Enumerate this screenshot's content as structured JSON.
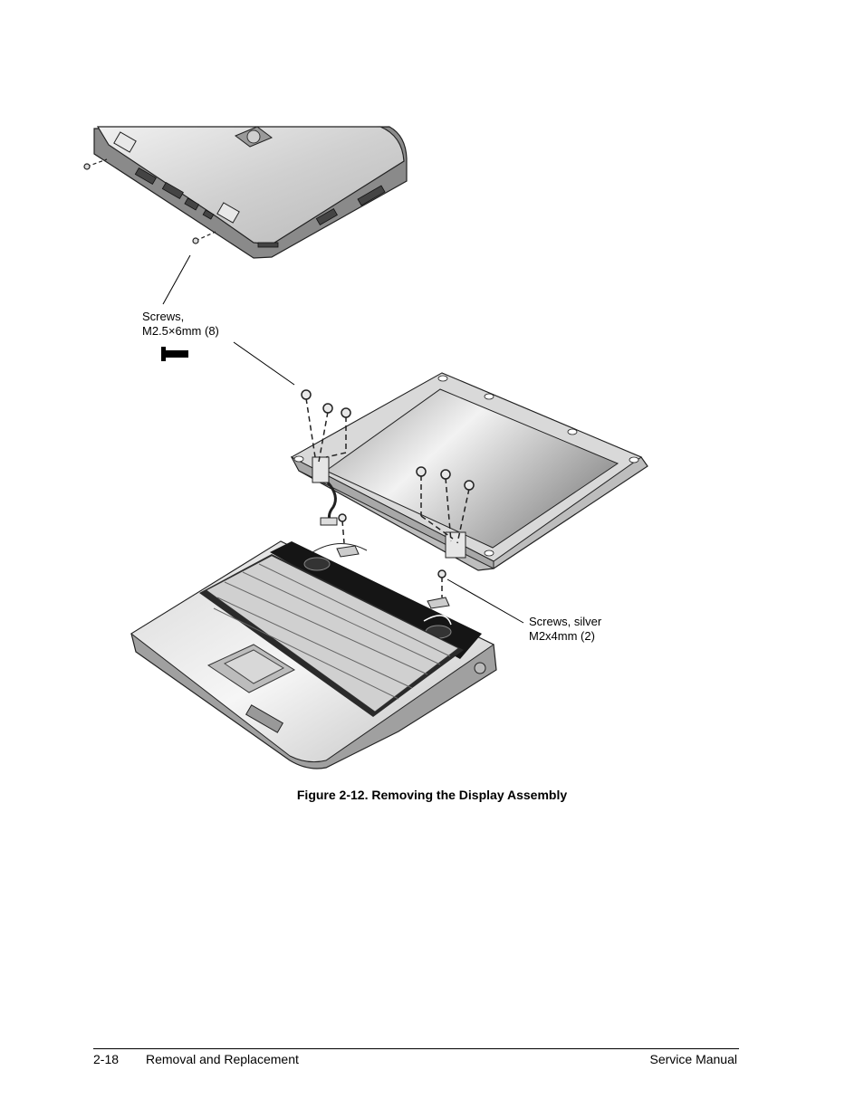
{
  "figure": {
    "callout_top": "Screws,\nM2.5×6mm (8)",
    "callout_bottom": "Screws, silver\nM2x4mm (2)",
    "caption": "Figure 2-12. Removing the Display Assembly"
  },
  "footer": {
    "page_number": "2-18",
    "section": "Removal and Replacement",
    "manual": "Service Manual"
  }
}
